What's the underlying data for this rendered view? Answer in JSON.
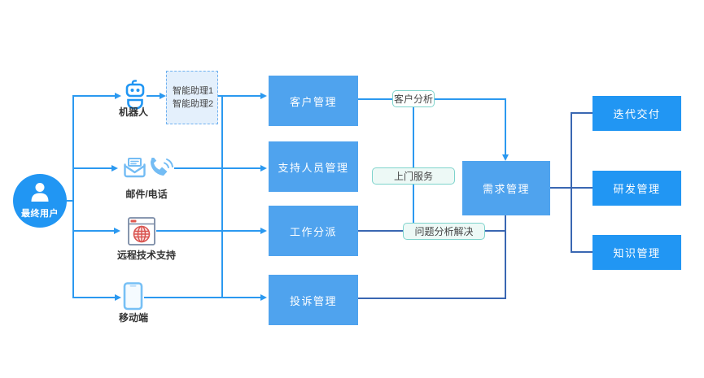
{
  "end_user": {
    "label": "最终用户"
  },
  "channels": [
    {
      "label": "机器人",
      "icon": "robot-icon"
    },
    {
      "label": "邮件/电话",
      "icon": "mail-phone-icon"
    },
    {
      "label": "远程技术支持",
      "icon": "remote-browser-icon"
    },
    {
      "label": "移动端",
      "icon": "mobile-icon"
    }
  ],
  "assistants": {
    "line1": "智能助理1",
    "line2": "智能助理2"
  },
  "modules": [
    {
      "label": "客户管理"
    },
    {
      "label": "支持人员管理"
    },
    {
      "label": "工作分派"
    },
    {
      "label": "投诉管理"
    }
  ],
  "edge_labels": {
    "customer_analysis": "客户分析",
    "onsite_service": "上门服务",
    "problem_solving": "问题分析解决"
  },
  "demand_module": {
    "label": "需求管理"
  },
  "output_modules": [
    {
      "label": "迭代交付"
    },
    {
      "label": "研发管理"
    },
    {
      "label": "知识管理"
    }
  ],
  "colors": {
    "primary_blue": "#2196F3",
    "module_blue": "#4FA3EE",
    "line_blue": "#2B99F0",
    "line_navy": "#3A67B2",
    "label_border_teal": "#7ED3CC",
    "label_bg": "#EDF9F6",
    "assistant_box_bg": "#E4F0FC",
    "globe_red": "#D9534F"
  }
}
